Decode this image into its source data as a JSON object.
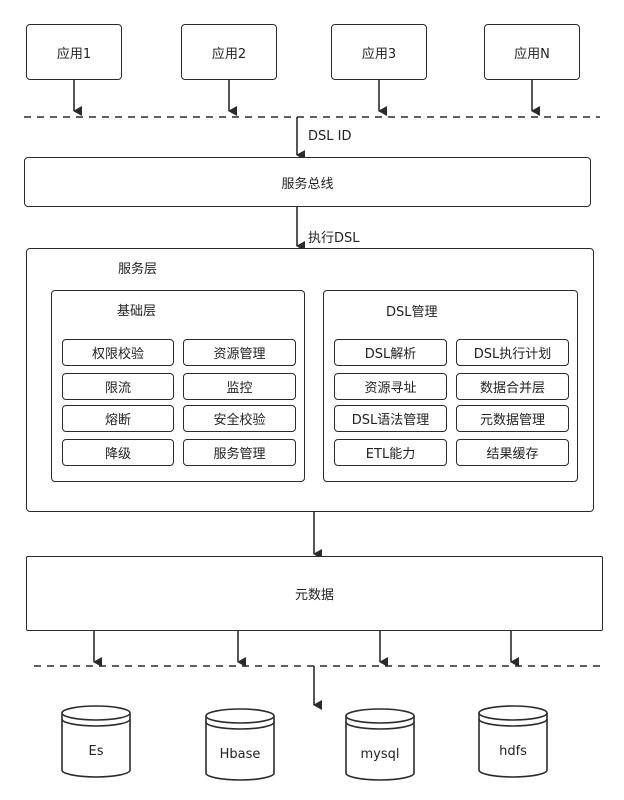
{
  "apps": [
    "应用1",
    "应用2",
    "应用3",
    "应用N"
  ],
  "arrow_labels": {
    "dsl_id": "DSL ID",
    "exec_dsl": "执行DSL"
  },
  "service_bus": "服务总线",
  "service_layer": {
    "title": "服务层",
    "base_layer": {
      "title": "基础层",
      "items": [
        "权限校验",
        "资源管理",
        "限流",
        "监控",
        "熔断",
        "安全校验",
        "降级",
        "服务管理"
      ]
    },
    "dsl_management": {
      "title": "DSL管理",
      "items": [
        "DSL解析",
        "DSL执行计划",
        "资源寻址",
        "数据合并层",
        "DSL语法管理",
        "元数据管理",
        "ETL能力",
        "结果缓存"
      ]
    }
  },
  "metadata": "元数据",
  "stores": [
    "Es",
    "Hbase",
    "mysql",
    "hdfs"
  ]
}
